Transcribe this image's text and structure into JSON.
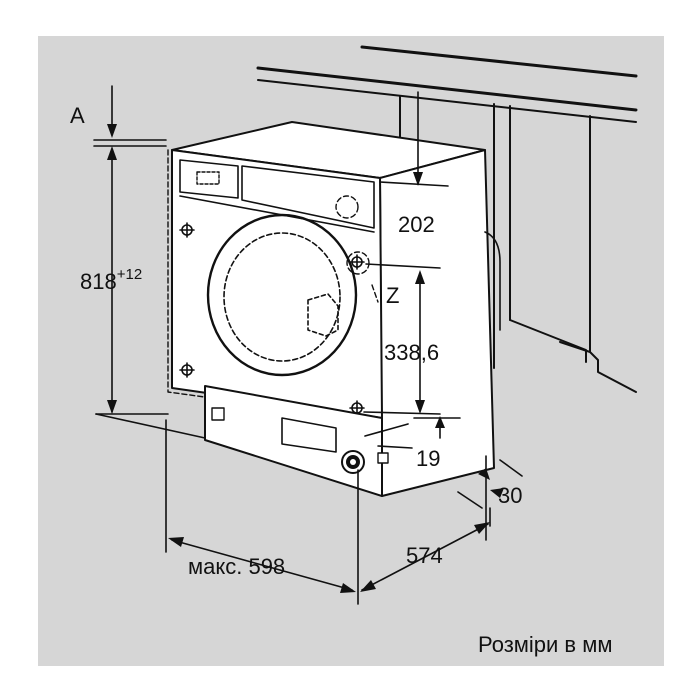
{
  "diagram": {
    "labels": {
      "a": "A",
      "height": "818",
      "height_tolerance": "+12",
      "top_offset": "202",
      "z": "Z",
      "hose_height": "338,6",
      "bottom_offset": "19",
      "back_gap": "30",
      "depth": "574",
      "max_width": "макс. 598",
      "units_note": "Розміри в мм"
    }
  }
}
